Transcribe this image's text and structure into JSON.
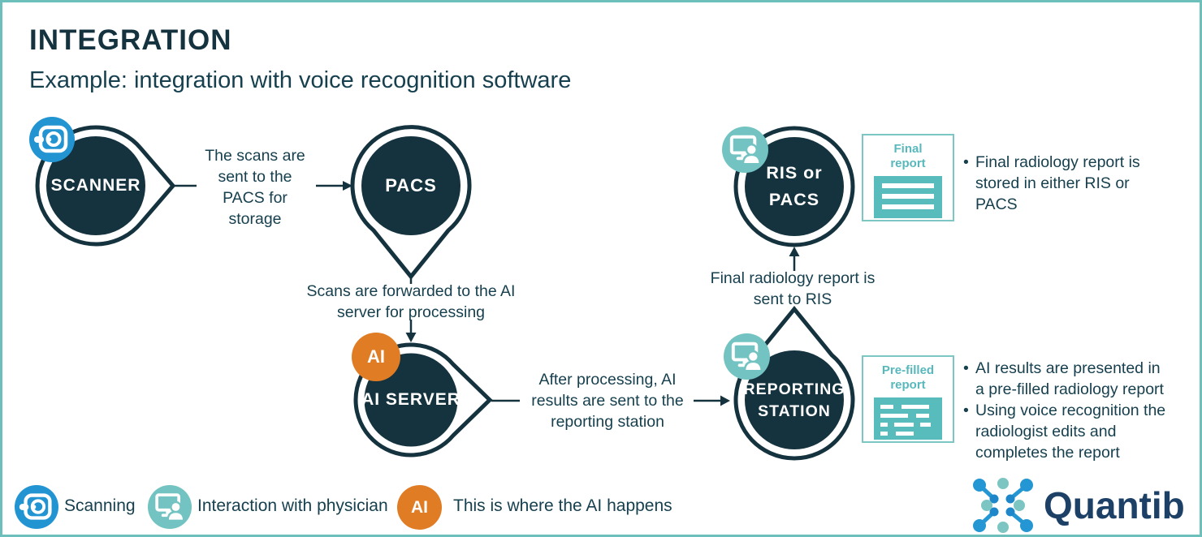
{
  "header": {
    "title": "INTEGRATION",
    "subtitle": "Example: integration with voice recognition software"
  },
  "nodes": {
    "scanner": {
      "label": "SCANNER",
      "icon": "mri-scanner-icon"
    },
    "pacs": {
      "label": "PACS"
    },
    "ai_server": {
      "label": "AI SERVER",
      "badge": "AI",
      "icon": "ai-badge"
    },
    "reporting_station": {
      "label_line1": "REPORTING",
      "label_line2": "STATION",
      "icon": "physician-icon"
    },
    "ris_or_pacs": {
      "label_line1": "RIS or",
      "label_line2": "PACS",
      "icon": "physician-icon"
    }
  },
  "connectors": {
    "scanner_to_pacs": "The scans are sent to the PACS for storage",
    "pacs_to_ai_server": "Scans are forwarded to the AI server for processing",
    "ai_server_to_reporting": "After processing, AI results are sent to the reporting station",
    "reporting_to_ris": "Final radiology report is sent to RIS"
  },
  "cards": {
    "final_report": {
      "title": "Final report",
      "icon": "document-icon"
    },
    "prefilled_report": {
      "title": "Pre-filled report",
      "icon": "document-draft-icon"
    }
  },
  "notes": {
    "ris": [
      "Final radiology report is stored in either RIS or PACS"
    ],
    "reporting": [
      "AI results are presented in a pre-filled radiology report",
      "Using voice recognition the radiologist edits and completes the report"
    ]
  },
  "legend": {
    "scanning": "Scanning",
    "physician": "Interaction with physician",
    "ai": "This is where the AI happens",
    "ai_badge": "AI"
  },
  "logo": {
    "text": "Quantib"
  },
  "colors": {
    "dark_navy": "#14333F",
    "text": "#17404F",
    "blue_badge": "#2394D2",
    "teal_badge": "#72C3C1",
    "orange_badge": "#E07C24",
    "card_teal": "#58BCBD",
    "frame_border": "#6CBFBB",
    "logo_navy": "#1D4066",
    "logo_blue": "#2496D3",
    "logo_teal": "#7CC5C2"
  }
}
